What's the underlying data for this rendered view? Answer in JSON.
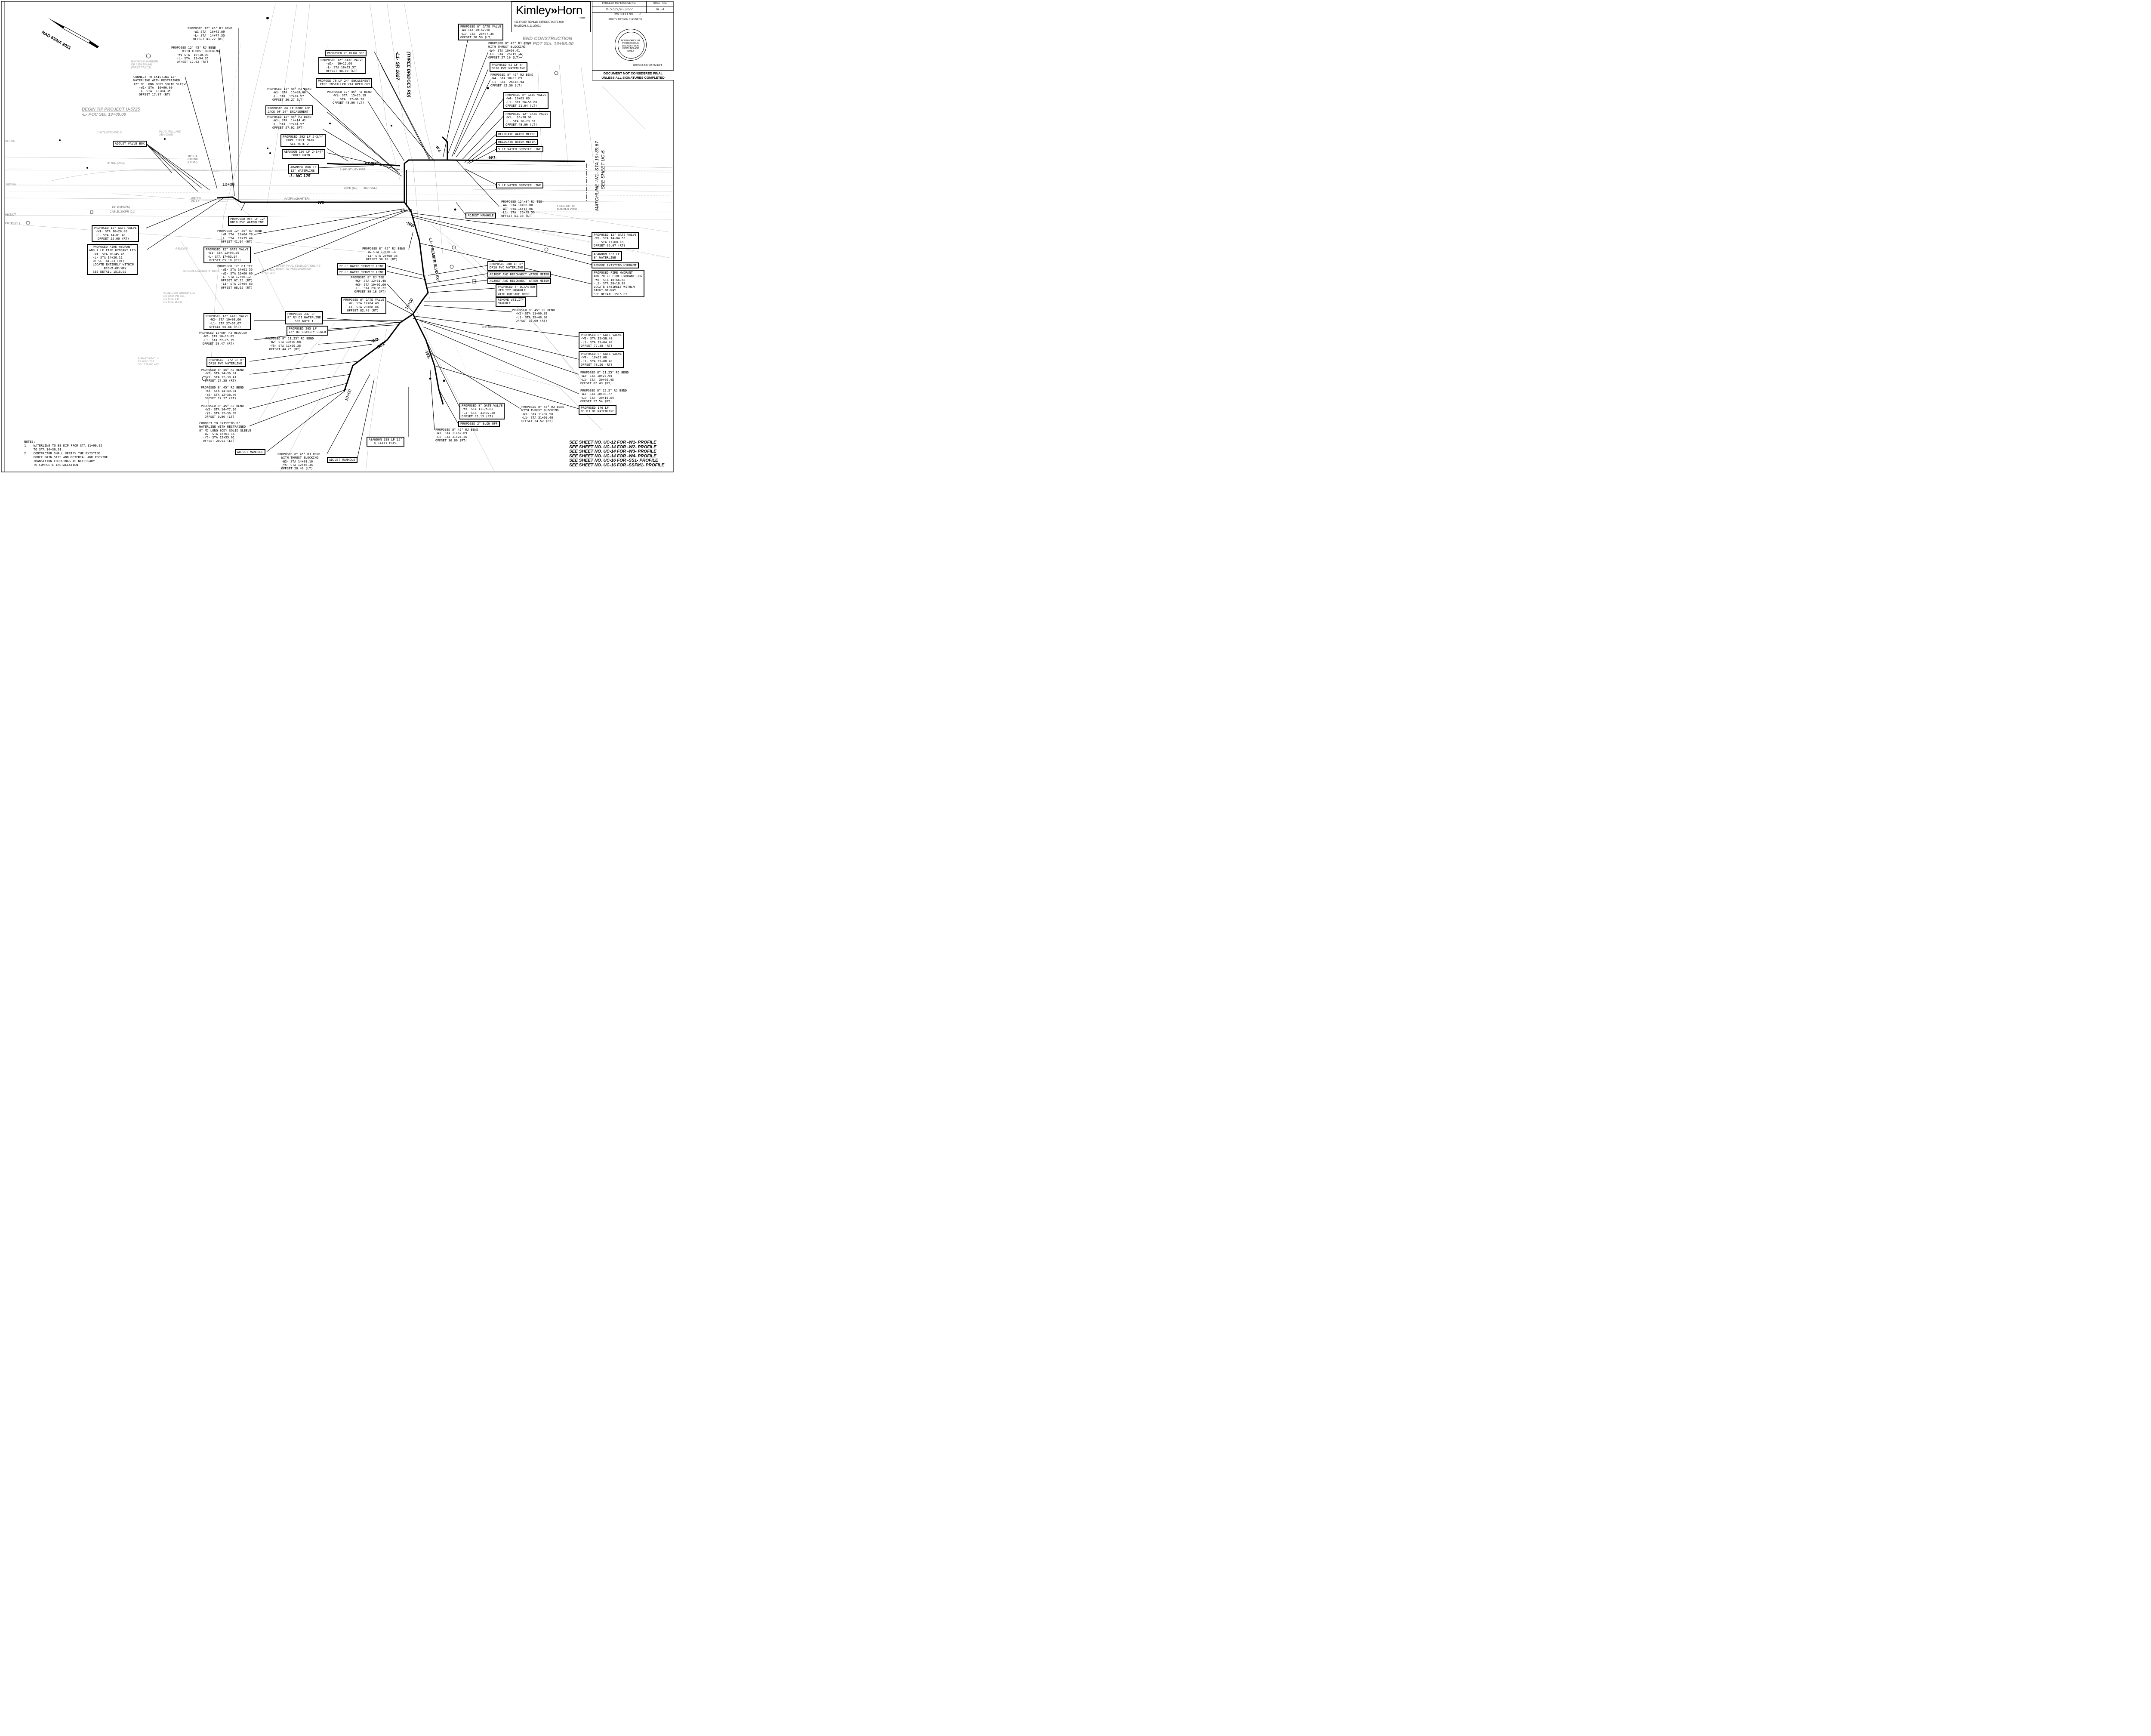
{
  "title_block": {
    "logo_name": "Kimley",
    "logo_arrows": "»",
    "logo_name2": "Horn",
    "logo_year": "©2018",
    "address_line1": "421 FAYETTEVILLE STREET, SUITE 600",
    "address_line2": "RALEIGH, N.C. 27601",
    "project_ref_label": "PROJECT REFERENCE NO.",
    "project_ref_value": "U-5725/R-3822",
    "sheet_no_label": "SHEET NO.",
    "sheet_no_value": "UC-4",
    "rw_sheet_label": "R/W SHEET NO.",
    "rw_sheet_value": "4",
    "utility_label": "UTILITY DESIGN ENGINEER",
    "seal_text": "NORTH CAROLINA PROFESSIONAL ENGINEER SEAL 037953 NOLAND RANEY",
    "timestamp": "8/9/2018 2:37:22 PM EDT",
    "final_notice_1": "DOCUMENT NOT CONSIDERED FINAL",
    "final_notice_2": "UNLESS ALL SIGNATURES COMPLETED"
  },
  "north_arrow": {
    "label": "NAD 83/NA 2011"
  },
  "roads": {
    "l1_sr1627": "-L1- SR 1627",
    "three_bridges": "(THREE BRIDGES RD)",
    "l_nc125": "-L- NC 125",
    "premier_blvd": "-L1- PREMIER BLVD EXT",
    "begin_tip_1": "BEGIN TIP PROJECT U-5725",
    "begin_tip_2": "-L- POC Sta. 13+00.00",
    "end_construction_1": "END CONSTRUCTION",
    "end_construction_2": "-L1- POT Sta. 10+88.00",
    "matchline_1": "MATCHLINE -W1- STA 19+39.67",
    "matchline_2": "SEE SHEET UC-5"
  },
  "line_labels": {
    "w1_left": "-W1-",
    "w1_right": "-W1-",
    "w2": "-W2-",
    "w2_lower": "-W2-",
    "w3": "-W3-",
    "w4": "-W4-",
    "ssfm1": "-SSFM1-",
    "ss1": "-SS1-",
    "sta_10_00": "10+00",
    "sta_10_00_b": "10+00",
    "sta_10_00_c": "10+00",
    "sta_10_00_d": "10+00"
  },
  "callouts_left": [
    "PROPOSED 12\" 45° RJ BEND\n   -W1 STA  10+42.89\n   -L- STA  14+77.55\n   OFFSET 41.22 (RT)",
    "PROPOSED 12\" 45° RJ BEND\n      WITH THRUST BLOCKING\n   -W1 STA  10+10.00\n   -L- STA  13+94.35\n   OFFSET 17.92 (RT)",
    "CONNECT TO EXISTING 12\"\nWATERLINE WITH RESTRAINED\n12\" MJ LONG BODY SOLID SLEEVE\n   -W1- STA  10+00.00\n   -L- STA  13+84.35\n   OFFSET 17.87 (RT)"
  ],
  "callouts_mid": [
    "PROPOSED 12\" 45° RJ BEND\n   -W1- STA  15+08.60\n   -L- STA  17+74.97\n   OFFSET 36.27 (LT)",
    "PROPOSED 12\" 45° RJ BEND\n   -W1- STA  14+14.41\n   -L- STA  17+74.97\n   OFFSET 57.92 (RT)",
    "PROPOSED 12\" 45° RJ BEND\n   -W1- STA  15+25.19\n   -L- STA  17+86.70\n   OFFSET 48.00 (LT)"
  ],
  "boxed_top": [
    "PROPOSED 2\" BLOW OFF",
    "PROPOSED 12\" GATE VALVE\n   -W1-  16+12.06\n   -L- STA 18+73.57\n   OFFSET 48.00 (LT)",
    "PROPOSE 78 LF 24\" ENCASEMENT\n PIPE INSTALLED VIA OPEN CUT",
    "PROPOSED 86 LF BORE AND\nJACK OF 24\" ENCASEMENT",
    "PROPOSED 202 LF 2-3/4\"\n  HDPE FORCE MAIN\n    SEE NOTE 2",
    "ABANDON 190 LF 2-3/4\"\n    FORCE MAIN",
    "ABANDON 806 LF\n12\" WATERLINE",
    "ADJUST VALVE BOX",
    "PROPOSED 954 LF 12\"\nDR18 PVC WATERLINE"
  ],
  "callouts_right_top": [
    "PROPOSED 8\" GATE VALVE\n-W4 STA 10+62.58\n-L1- STA  26+07.35\nOFFSET 28.50 (LT)",
    "PROPOSED 8\" 45° RJ BEND\nWITH THRUST BLOCKING\n-W4- STA 10+50.41\n-L1- STA  26+19.16\nOFFSET 27.10 (LT)",
    "PROPOSED 62 LF 8\"\nDR18 PVC WATERLINE",
    "PROPOSED 8\" 45° RJ BEND\n-W4- STA 10+10.69\n-L1- STA  26+48.94\nOFFSET 52.30 (LT)",
    "PROPOSED 8\" GATE VALVE\n-W4- 10+03.00\n-L1- STA 26+56.60\nOFFSET 51.64 (LT)",
    "PROPOSED 12\" GATE VALVE\n-W1-  16+18.06\n-L- STA 18+79.57\nOFFSET 48.00 (LT)",
    "RELOCATE WATER METER",
    "RELOCATE WATER METER",
    "5 LF WATER SERVICE LINE",
    "5 LF WATER SERVICE LINE",
    "PROPOSED 12\"x8\" RJ TEE-\n-W4- STA 10+00.00\n-W1- STA 16+15.06\n-L1- STA  26+59.59\nOFFSET 51.38 (LT)",
    "ADJUST MANHOLE"
  ],
  "callouts_left_mid": [
    "PROPOSED 12\" GATE VALVE\n -W1- STA 10+20.00\n -L- STA 14+01.40\n  OFFSET 25.00 (RT)",
    "  PROPOSED FIRE HYDRANT\nAND 7 LF FIRE HYDRANT LEG\n  -W1- STA 10+45.45\n  -L- STA 14+20.11\n  OFFSET 41.23 (RT)\n  LOCATE ENTIRELY WITHIN\n        RIGHT-OF-WAY\n  SEE DETAIL 1515.02",
    "PROPOSED 12\" 45° RJ BEND\n  -W1 STA  13+64.78\n  -L  STA  17+39.44\n  OFFSET 41.94 (RT)",
    "PROPOSED 12\" GATE VALVE\n -W1- STA 13+98.55\n -L- STA 17+63.94\n  OFFSET 65.18 (RT)",
    "PROPOSED 12\" RJ TEE\n  -W1- STA 14+01.55\n  -W2- STA 10+00.00\n  -L- STA 17+66.12\n  OFFSET 67.25 (RT)\n  -L1- STA 27+64.83\n  OFFSET 68.65 (RT)"
  ],
  "callouts_center": [
    "PROPOSED 8\" 45° RJ BEND\n  -W2 STA 10+58.14\n  -L1- STA 28+08.35\n  OFFSET 30.10 (RT)",
    "77 LF WATER SERVICE LINE",
    "77 LF WATER SERVICE LINE",
    "PROPOSED 8\" RJ TEE\n  -W2- STA 12+61.48\n  -W3- STA 10+00.00\n  -L1- STA 29+86.27\n  OFFSET 80.18 (RT)",
    "PROPOSED 8\" GATE VALVE\n  -W2- STA 12+64.48\n  -L1- STA 29+88.04\n  OFFSET 82.49 (RT)",
    "PROPOSED 200 LF 8\"\nDR18 PVC WATERLINE",
    "ADJUST AND RECONNECT WATER METER",
    "ADJUST AND RECONNECT WATER METER",
    "PROPOSED 4\" DIAMETER\nUTILITY MANHOLE\nWITH OUTSIDE DROP",
    "REMOVE UTILITY\nMANHOLE",
    "PROPOSED 8\" 45° RJ BEND\n  -W2- STA 11+99.92\n  -L1- STA 29+48.08\n  OFFSET 33.69 (RT)"
  ],
  "callouts_right_mid": [
    "PROPOSED 12\" GATE VALVE\n-W1- STA 14+04.55\n-L- STA 17+68.18\nOFFSET 65.07 (RT)",
    "ABANDON 537 LF\n8\" WATERLINE",
    "REMOVE EXISTING HYDRANT",
    "PROPOSED FIRE HYDRANT\nAND 70 LF FIRE HYDRANT LEG\n-W2- STA 10+66.68\n-L1- STA 28+18.88\nLOCATE ENTIRELY WITHIN\nRIGHT-OF-WAY\nSEE DETAIL 1515.02"
  ],
  "callouts_lower_left": [
    "PROPOSED 12\" GATE VALVE\n  -W2- STA 10+03.00\n  -L1- STA 27+67.07\n  OFFSET 66.66 (RT)",
    "PROPOSED 12\"x8\" RJ REDUCER\n  -W2- STA 10+13.85\n  -L1- STA 27+75.19\n  OFFSET 59.47 (RT)",
    "PROPOSED 237 LF\n8\" RJ DI WATERLINE\n    SEE NOTE 1",
    "PROPOSED 205 LF\n16\" DI GRAVITY SEWER",
    "PROPOSED 8\" 11.25° RJ BEND\n  -W2- STA 13+30.08\n  -Y5- STA 11+29.38\n  OFFSET 44.25 (RT)",
    "PROPOSED  172 LF 8\"\nDR18 PVC WATERLINE",
    "PROPOSED 8\" 45° RJ BEND\n  -W2- STA 14+36.91\n  -Y5- STA 12+30.41\n  OFFSET 27.30 (RT)",
    "PROPOSED 8\" 45° RJ BEND\n  -W2- STA 14+49.84\n  -Y5- STA 12+38.46\n  OFFSET 17.37 (RT)",
    "PROPOSED 8\" 45° RJ BEND\n  -W2- STA 14+77.16\n  -Y5- STA 12+36.09\n  OFFSET 9.86 (LT)",
    "CONNECT TO EXISTING 8\"\nWATERLINE WITH RESTRAINED\n8\" MJ LONG BODY SOLID SLEEVE\n  -W2- STA 15+01.16\n  -Y5- STA 12+55.61\n  OFFSET 20.92 (LT)",
    "ADJUST MANHOLE",
    "PROPOSED 8\" 45° RJ BEND\n  WITH THRUST BLOCKING\n  -W2- STA 14+91.16\n  -Y5- STA 12+45.36\n  OFFSET 20.49 (LT)",
    "ADJUST MANHOLE",
    "ABANDON 198 LF 15\"\n   UTILITY PIPE"
  ],
  "callouts_lower_right": [
    "PROPOSED 8\" GATE VALVE\n-W2- STA 12+58.48\n-L1- STA 29+84.48\nOFFSET 77.88 (RT)",
    "PROPOSED 8\" GATE VALVE\n-W3-  10+02.00\n-L1- STA 29+88.40\nOFFSET 78.26 (RT)",
    "PROPOSED 8\" 11.25° RJ BEND\n-W3- STA 10+27.94\n-L1- STA  30+06.45\nOFFSET 62.49 (RT)",
    "PROPOSED 8\" 22.5° RJ BEND\n-W3- STA 10+38.77\n-L1- STA  30+15.54\nOFFSET 57.54 (RT)",
    "PROPOSED 176 LF\n8\" RJ DI WATERLINE",
    "PROPOSED 8\" GATE VALVE\n-W3- STA 11+75.82\n-L1- STA  31+37.58\nOFFSET 35.13 (RT)",
    "PROPOSED 2\" BLOW OFF",
    "PROPOSED 8\" 45° RJ BEND\nWITH THRUST BLOCKING\n-W3- STA 11+37.90\n-L1- STA 31+09.40\nOFFSET 54.52 (RT)",
    "PROPOSED 8\" 45° RJ BEND\n-W3- STA 11+62.09\n-L1- STA 31+24.36\nOFFSET 36.06 (RT)"
  ],
  "notes": "NOTES:\n1.   WATERLINE TO BE DIP FROM STA 11+99.92\n     TO STA 14+36.91.\n2.   CONTRACTOR SHALL VERIFY THE EXISTING\n     FORCE MAIN SIZE AND METERIAL AND PROVIDE\n     TRANSITION COUPLINGS AS NECESSARY\n     TO COMPLETE INSTALLATION.",
  "see_sheets": [
    "SEE SHEET NO. UC-12 FOR -W1- PROFILE",
    "SEE SHEET NO. UC-14 FOR -W2- PROFILE",
    "SEE SHEET NO. UC-14 FOR -W3- PROFILE",
    "SEE SHEET NO. UC-14 FOR -W4- PROFILE",
    "SEE SHEET NO. UC-16 FOR -SS1- PROFILE",
    "SEE SHEET NO. UC-16 FOR -SSFM1- PROFILE"
  ],
  "background_labels": {
    "raymond_garner": "RAYMOND GARNER\nDB 2356 PG 641\n(FIRST TRACT)",
    "blue_dog": "BLUE DOG GROUP, LLC\nDB 2444 PG 151\nPC 6 SL 2-H\nPC 6 SL 113-G",
    "adinath": "ADINATH INC. III\nPB 6 PG 20P\nDB 1726 PG 492",
    "cultivated": "CULTIVATED FIELD",
    "plug_fill": "PLUG, FILL, AND\nABANDON",
    "steel_casing": "16\" STL\nCASING\n(HCPU)",
    "six_stl": "6\" STL (PNG)",
    "cable": "CABLE, 200PR (CL)",
    "di_hcpu": "16\" DI (HCPU)",
    "retain": "RETAIN",
    "retain2": "RETAIN",
    "water_vault": "WATER\nVAULT",
    "special_lateral": "SPECIAL LATERAL 'V' DITCH",
    "after_final": "AFTER FINAL STABILIZATION, RE\nBASIN TO PRECONDITION",
    "overton": "OVERTON\n37 PG 401",
    "remove": "REMOVE",
    "fiber_optic": "FIBER OPTIC\nMARKER POST",
    "three_ph": "3PH (DOMINION)",
    "aatfi": "(AATFI) (CHARTER)",
    "utility_pipe": "2-3/4\" UTILITY PIPE",
    "pr25": "25PR (CL)",
    "pr25b": "25PR (CL)",
    "incdot": "INCDOT",
    "optic": "OPTIC (CL)"
  }
}
